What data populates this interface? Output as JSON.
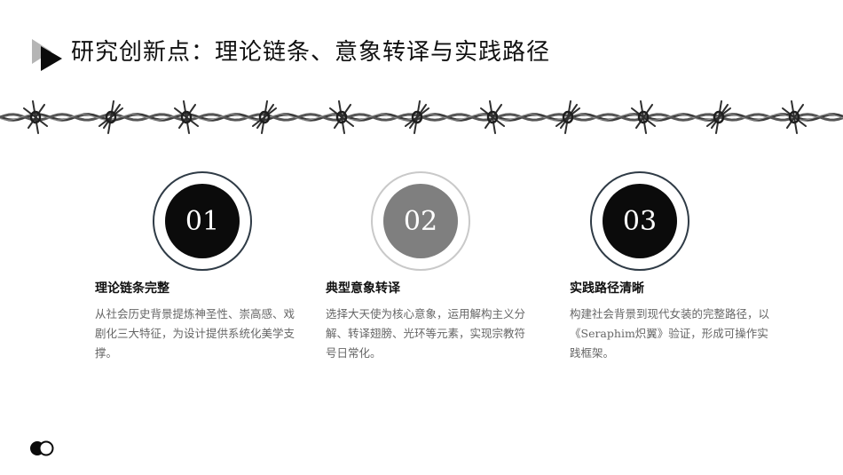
{
  "title": "研究创新点：理论链条、意象转译与实践路径",
  "items": [
    {
      "number": "01",
      "heading": "理论链条完整",
      "text": "从社会历史背景提炼神圣性、崇高感、戏剧化三大特征，为设计提供系统化美学支撑。"
    },
    {
      "number": "02",
      "heading": "典型意象转译",
      "text": "选择大天使为核心意象，运用解构主义分解、转译翅膀、光环等元素，实现宗教符号日常化。"
    },
    {
      "number": "03",
      "heading": "实践路径清晰",
      "text": "构建社会背景到现代女装的完整路径，以《Seraphim炽翼》验证，形成可操作实践框架。"
    }
  ],
  "colors": {
    "ring_dark": "#2f3b46",
    "ring_light": "#c9c9c9",
    "disc_dark": "#0b0b0b",
    "disc_grey": "#7f7f7f",
    "desc_text": "#666666"
  },
  "icons": [
    "play-triangle-icon",
    "barbed-wire-image",
    "two-circles-logo-icon"
  ]
}
